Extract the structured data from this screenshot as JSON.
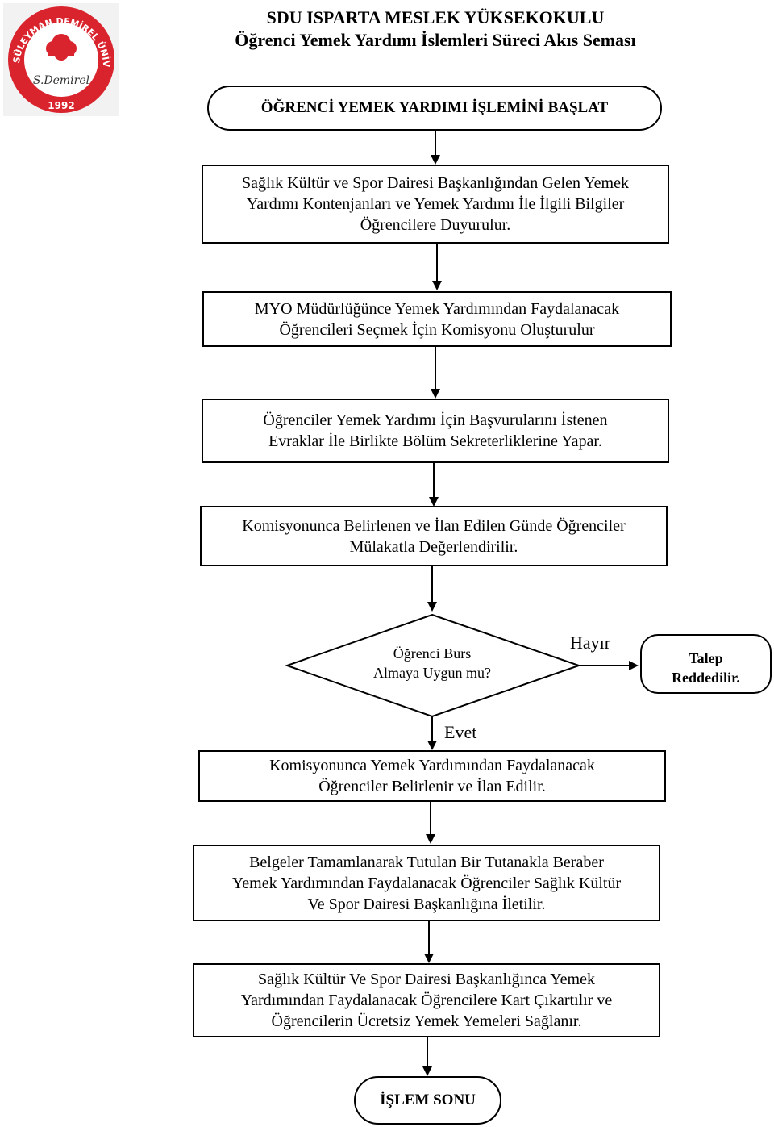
{
  "header": {
    "title_line1": "SDU ISPARTA MESLEK YÜKSEKOKULU",
    "title_line2": "Öğrenci Yemek Yardımı İslemleri Süreci Akıs  Seması"
  },
  "logo": {
    "ring_text": "SÜLEYMAN DEMİREL ÜNİVERSİTESİ",
    "signature": "S.Demirel",
    "year": "1992",
    "color": "#d9232d"
  },
  "flow": {
    "start": "ÖĞRENCİ YEMEK YARDIMI İŞLEMİNİ BAŞLAT",
    "step1": "Sağlık Kültür ve Spor Dairesi Başkanlığından Gelen Yemek\nYardımı Kontenjanları ve Yemek Yardımı İle İlgili Bilgiler\nÖğrencilere Duyurulur.",
    "step2": "MYO Müdürlüğünce Yemek Yardımından Faydalanacak\nÖğrencileri Seçmek İçin Komisyonu Oluşturulur",
    "step3": "Öğrenciler Yemek Yardımı İçin Başvurularını İstenen\nEvraklar İle Birlikte Bölüm Sekreterliklerine Yapar.",
    "step4": "Komisyonunca Belirlenen ve İlan Edilen Günde Öğrenciler\nMülakatla Değerlendirilir.",
    "decision": "Öğrenci Burs\nAlmaya Uygun mu?",
    "no_label": "Hayır",
    "yes_label": "Evet",
    "reject": "Talep\nReddedilir.",
    "step5": "Komisyonunca Yemek Yardımından Faydalanacak\nÖğrenciler Belirlenir ve İlan Edilir.",
    "step6": "Belgeler Tamamlanarak Tutulan Bir Tutanakla Beraber\nYemek Yardımından Faydalanacak Öğrenciler Sağlık Kültür\nVe Spor Dairesi Başkanlığına İletilir.",
    "step7": "Sağlık Kültür Ve Spor Dairesi Başkanlığınca Yemek\nYardımından Faydalanacak Öğrencilere Kart Çıkartılır ve\nÖğrencilerin Ücretsiz Yemek Yemeleri Sağlanır.",
    "end": "İŞLEM SONU"
  }
}
